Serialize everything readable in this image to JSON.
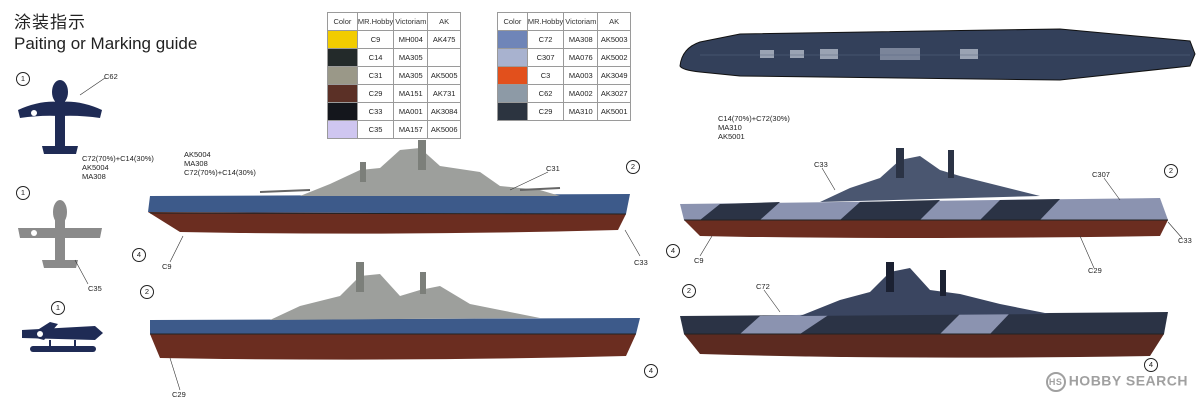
{
  "title_cn": "涂装指示",
  "title_en": "Paiting or Marking guide",
  "table_headers": [
    "Color",
    "MR.Hobby",
    "Victoriam",
    "AK"
  ],
  "colors_left": [
    {
      "swatch": "#f2cc00",
      "code": "C9",
      "victoriam": "MH004",
      "ak": "AK475"
    },
    {
      "swatch": "#232a2a",
      "code": "C14",
      "victoriam": "MA305",
      "ak": ""
    },
    {
      "swatch": "#9a9888",
      "code": "C31",
      "victoriam": "MA305",
      "ak": "AK5005"
    },
    {
      "swatch": "#5b3026",
      "code": "C29",
      "victoriam": "MA151",
      "ak": "AK731"
    },
    {
      "swatch": "#14161c",
      "code": "C33",
      "victoriam": "MA001",
      "ak": "AK3084"
    },
    {
      "swatch": "#cfc6f0",
      "code": "C35",
      "victoriam": "MA157",
      "ak": "AK5006"
    }
  ],
  "colors_right": [
    {
      "swatch": "#6f85b8",
      "code": "C72",
      "victoriam": "MA308",
      "ak": "AK5003"
    },
    {
      "swatch": "#a8b2cf",
      "code": "C307",
      "victoriam": "MA076",
      "ak": "AK5002"
    },
    {
      "swatch": "#e2501c",
      "code": "C3",
      "victoriam": "MA003",
      "ak": "AK3049"
    },
    {
      "swatch": "#8d9aa6",
      "code": "C62",
      "victoriam": "MA002",
      "ak": "AK3027"
    },
    {
      "swatch": "#2c3440",
      "code": "C29",
      "victoriam": "MA310",
      "ak": "AK5001"
    }
  ],
  "topdeck_note": [
    "C14(70%)+C72(30%)",
    "MA310",
    "AK5001"
  ],
  "plane1": {
    "callout": "C62",
    "note": [
      "C72(70%)+C14(30%)",
      "AK5004",
      "MA308"
    ]
  },
  "plane2": {
    "callout": "C35"
  },
  "ship1": {
    "note": [
      "AK5004",
      "MA308",
      "C72(70%)+C14(30%)"
    ],
    "c31": "C31",
    "c9": "C9",
    "c33": "C33"
  },
  "ship2": {
    "c29": "C29"
  },
  "ship3": {
    "c33": "C33",
    "c307": "C307",
    "c9": "C9",
    "c29": "C29",
    "c33b": "C33"
  },
  "ship4": {
    "c72": "C72"
  },
  "markers": {
    "one": "1",
    "two": "2",
    "four": "4"
  },
  "watermark": "HOBBY SEARCH",
  "watermark_logo": "HS"
}
